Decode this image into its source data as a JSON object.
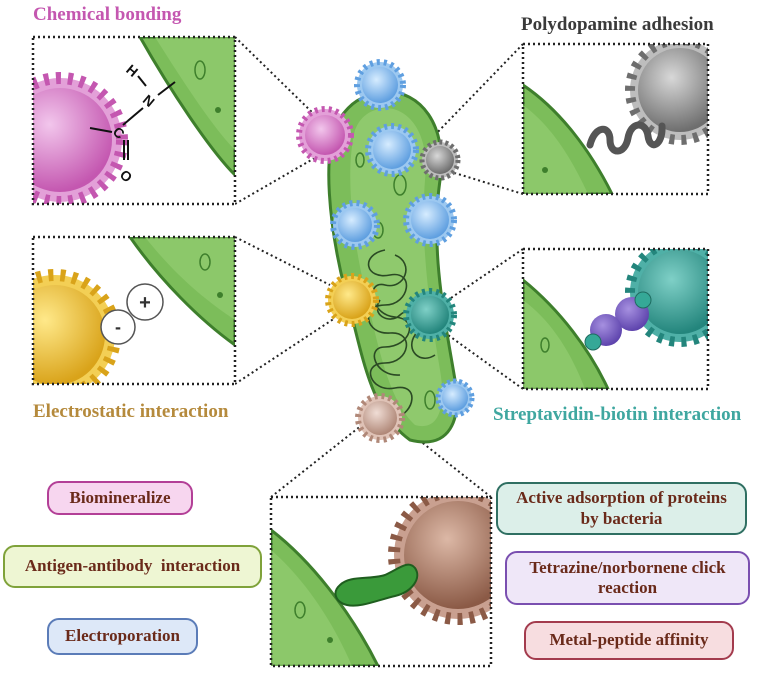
{
  "labels": {
    "chemical_bonding": "Chemical bonding",
    "polydopamine_adhesion": "Polydopamine adhesion",
    "electrostatic_interaction": "Electrostatic interaction",
    "streptavidin_biotin": "Streptavidin-biotin interaction"
  },
  "methods_left": {
    "biomineralize": "Biomineralize",
    "antigen_antibody": "Antigen-antibody  interaction",
    "electroporation": "Electroporation"
  },
  "methods_right": {
    "active_adsorption_line1": "Active adsorption of proteins",
    "active_adsorption_line2": "by bacteria",
    "tetrazine_line1": "Tetrazine/norbornene click",
    "tetrazine_line2": "reaction",
    "metal_peptide": "Metal-peptide affinity"
  },
  "chem_atoms": {
    "h": "H",
    "n": "N",
    "c": "C",
    "o": "O"
  },
  "charges": {
    "minus": "-",
    "plus": "+"
  },
  "colors": {
    "chemical": "#c457b0",
    "polydopamine": "#3a3a3a",
    "electrostatic": "#b58a3c",
    "streptavidin": "#3fa7a0",
    "bacteria": "#6fb14a",
    "bacteria_dark": "#3e7f2c"
  }
}
